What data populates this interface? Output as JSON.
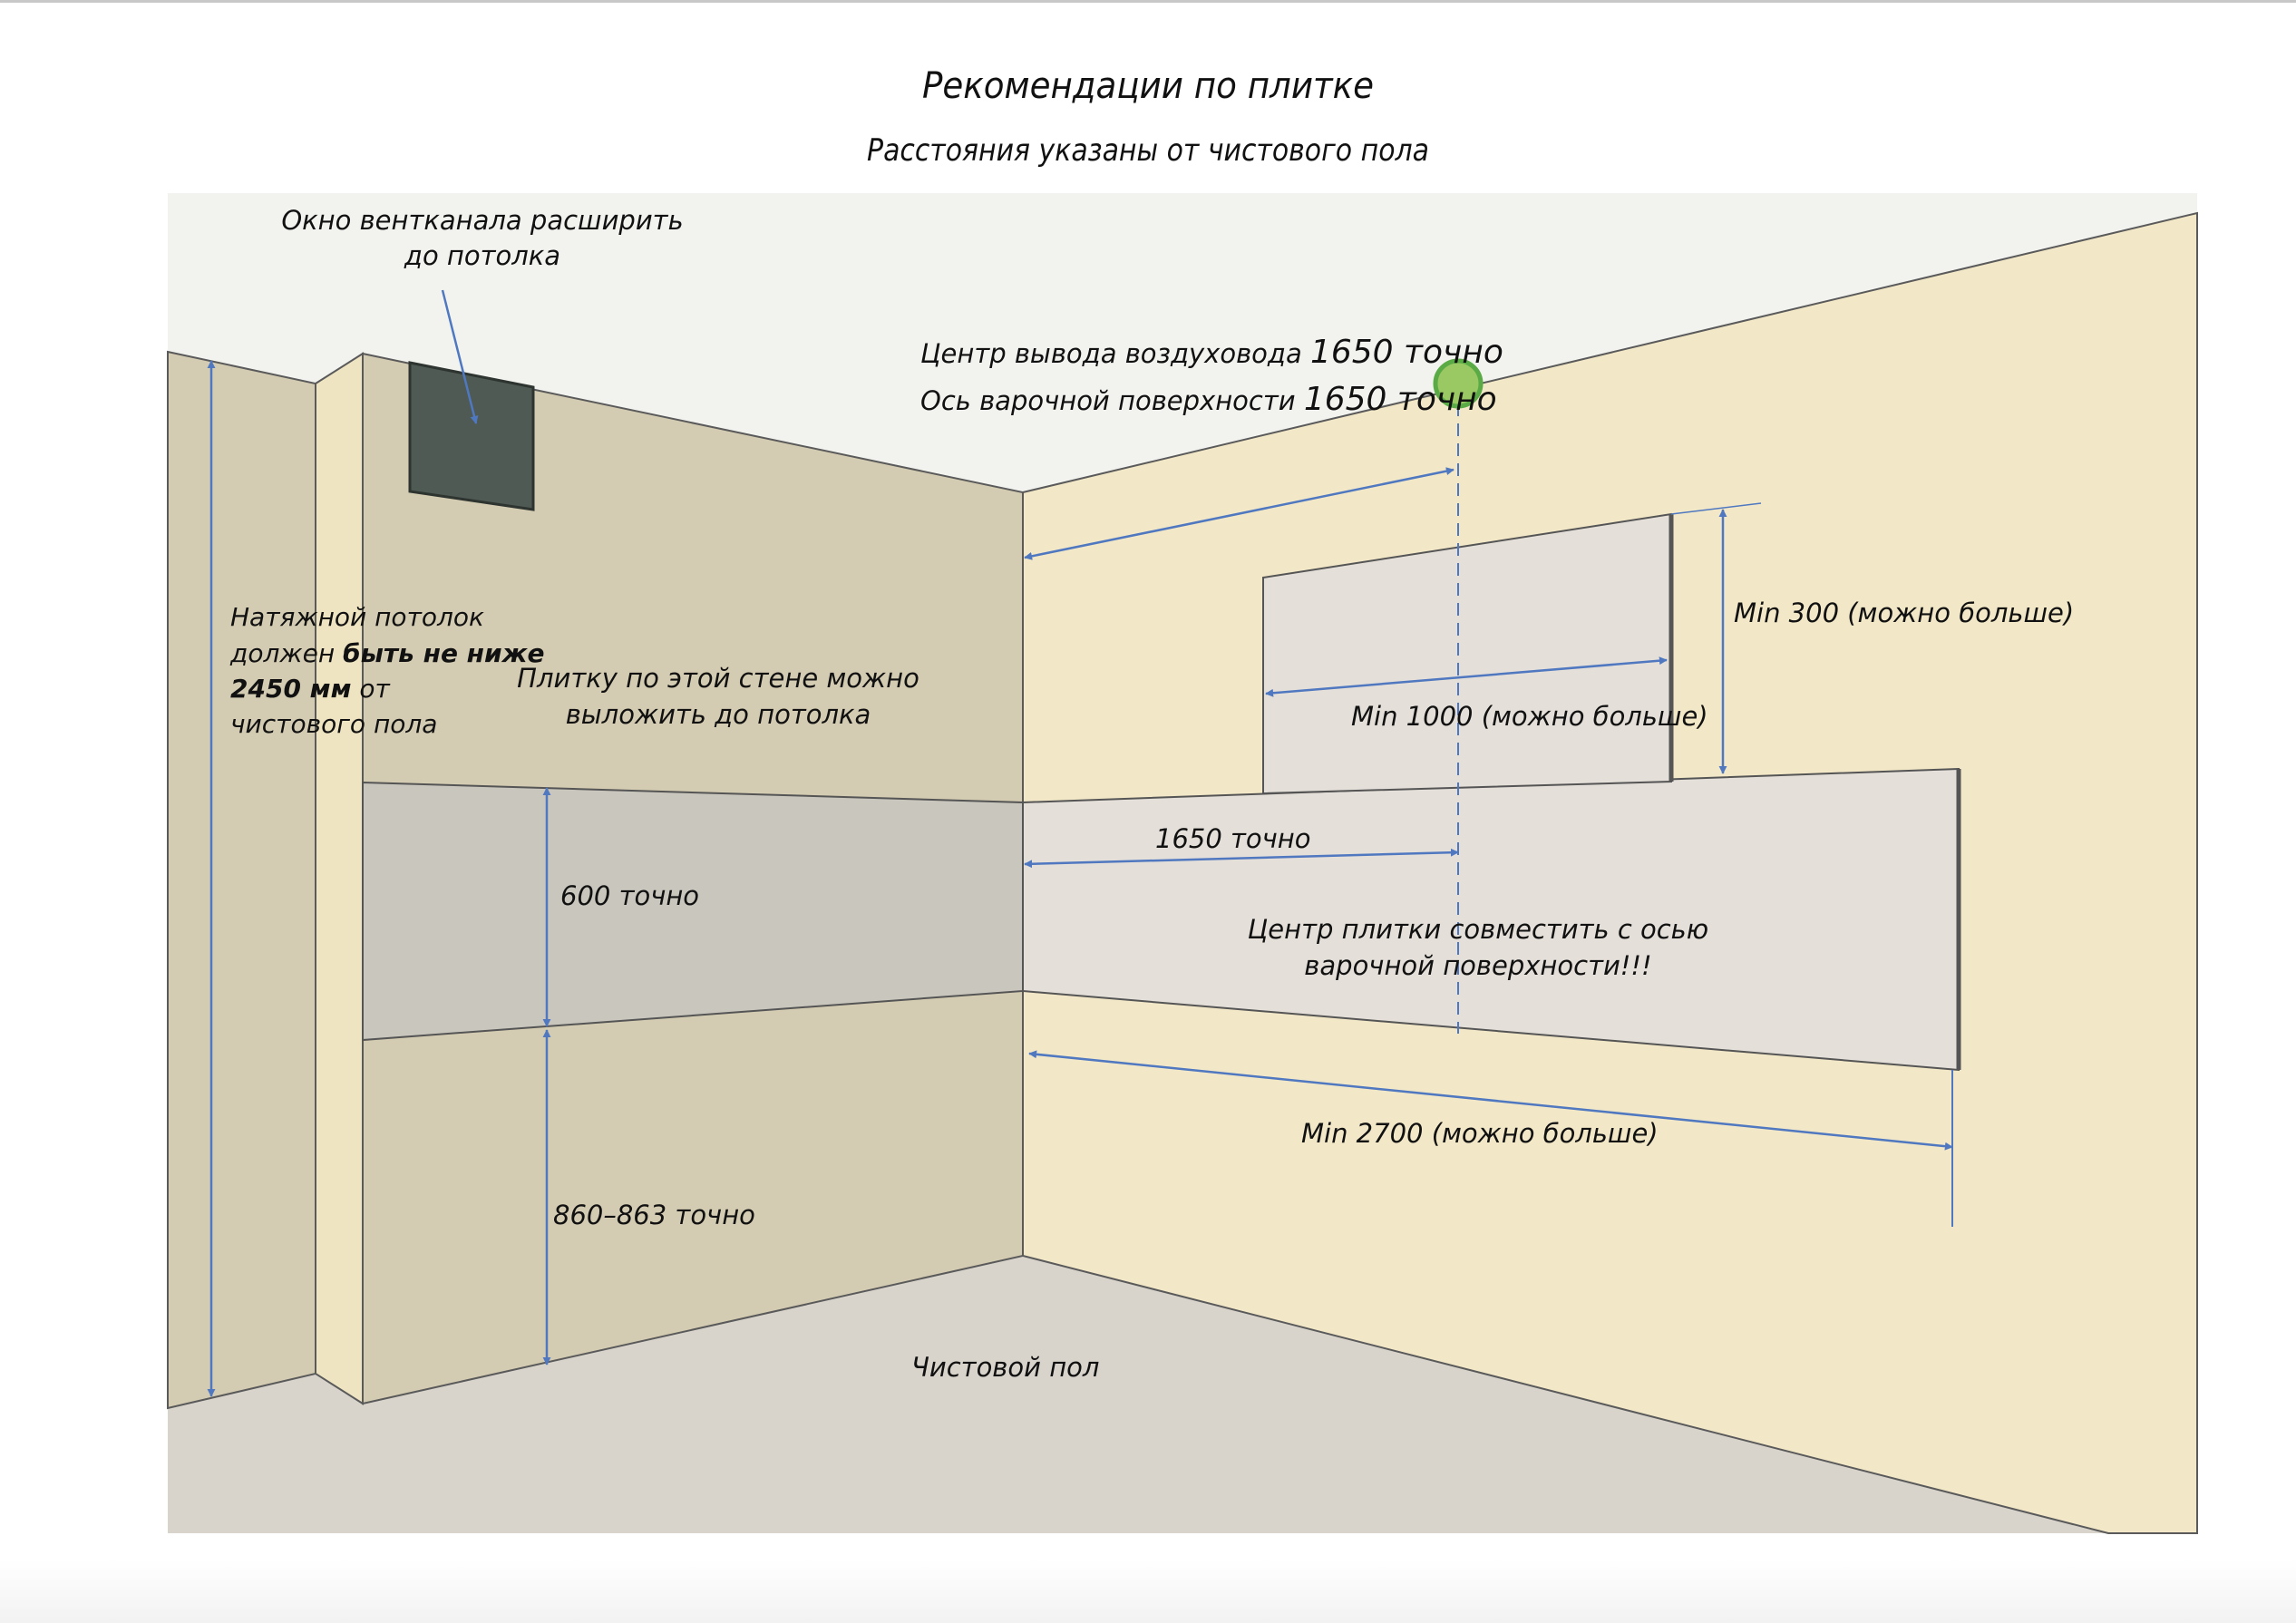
{
  "header": {
    "title": "Рекомендации по плитке",
    "subtitle": "Расстояния указаны от чистового пола"
  },
  "annotations": {
    "vent_window": [
      "Окно вентканала расширить",
      "до потолка"
    ],
    "ceiling": {
      "l1": "Натяжной потолок",
      "l2a": "должен ",
      "l2b": "быть не ниже",
      "l3a": "2450 мм",
      "l3b": " от",
      "l4": "чистового пола"
    },
    "left_wall_tile": [
      "Плитку по этой стене можно",
      "выложить до потолка"
    ],
    "duct": {
      "label1": "Центр вывода воздуховода ",
      "value1": "1650 точно",
      "label2": "Ось варочной поверхности ",
      "value2": "1650 точно"
    },
    "dim_600": "600 точно",
    "dim_860": "860–863 точно",
    "dim_300": "Min 300 (можно больше)",
    "dim_1000": "Min 1000 (можно больше)",
    "dim_1650": "1650 точно",
    "center_note": [
      "Центр плитки совместить с осью",
      "варочной поверхности!!!"
    ],
    "dim_2700": "Min 2700 (можно больше)",
    "floor": "Чистовой пол"
  },
  "colors": {
    "ceiling": "#f2f3ef",
    "left_wall": "#d4ccb2",
    "right_wall": "#f2e8c8",
    "pillar_face": "#efe4c2",
    "floor": "#d8d4cc",
    "tile_left": "#c9c6bd",
    "tile_right": "#e4dfd8",
    "vent": "#4f5a54",
    "arrow": "#4f78c0",
    "marker_fill": "#9ac862",
    "marker_stroke": "#5aab46"
  }
}
